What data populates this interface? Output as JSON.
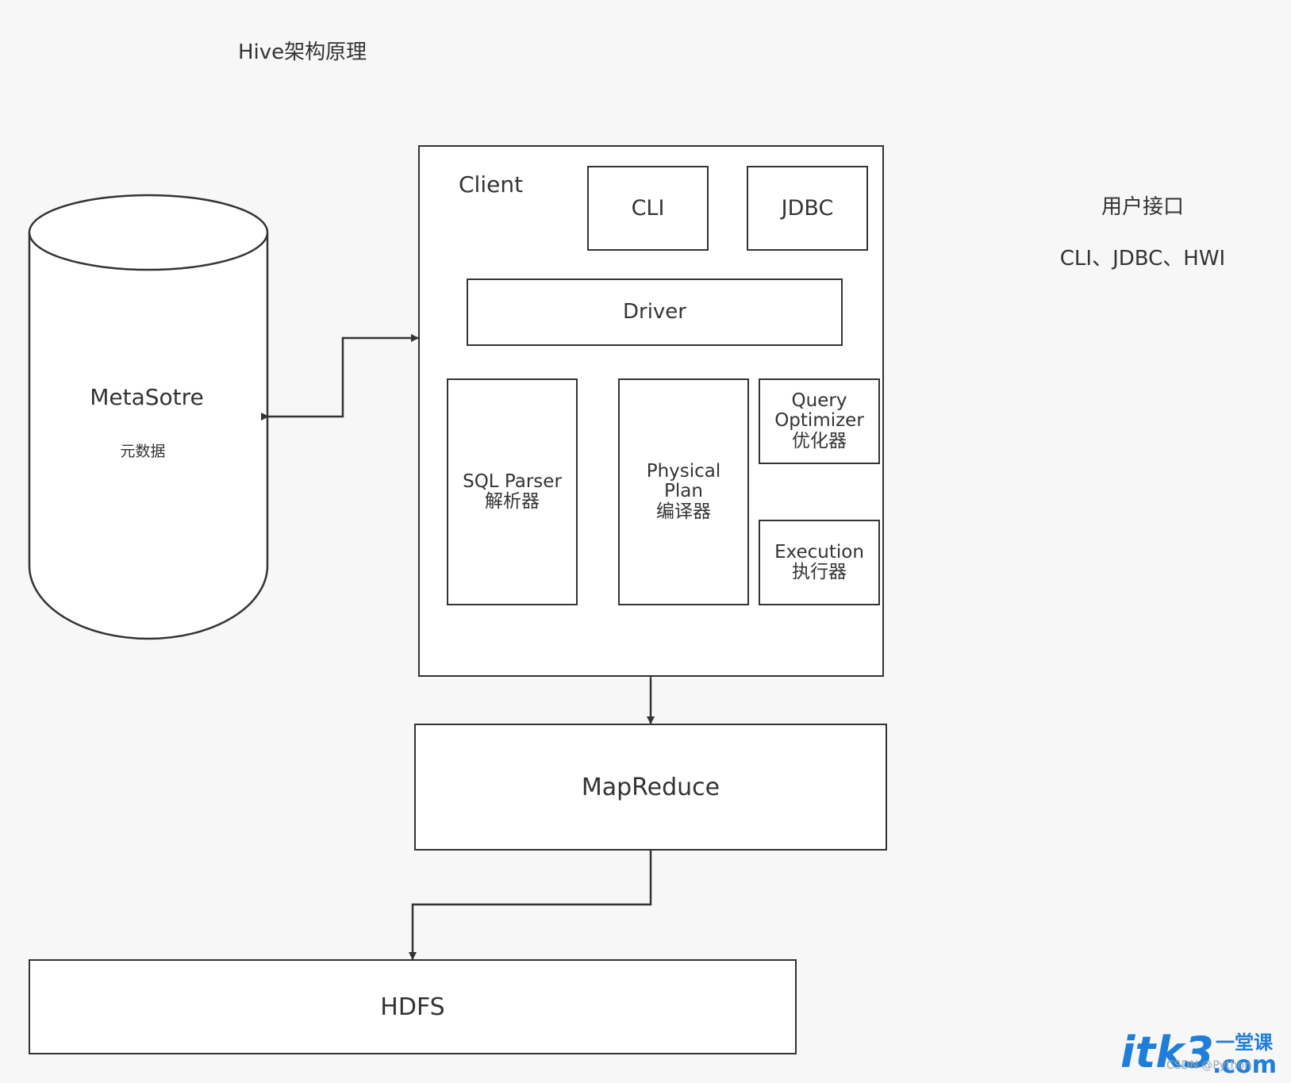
{
  "title": "Hive架构原理",
  "user_interface": {
    "heading": "用户接口",
    "items": "CLI、JDBC、HWI"
  },
  "metastore": {
    "name": "MetaSotre",
    "desc": "元数据"
  },
  "client": {
    "label": "Client",
    "cli": "CLI",
    "jdbc": "JDBC",
    "driver": "Driver",
    "sql_parser": "SQL Parser\n解析器",
    "physical_plan": "Physical\nPlan\n编译器",
    "query_optimizer": "Query\nOptimizer\n优化器",
    "execution": "Execution\n执行器"
  },
  "mapreduce": "MapReduce",
  "hdfs": "HDFS",
  "watermark": {
    "logo": "itk3",
    "cn": "一堂课",
    "domain": ".com",
    "small": "CSDN @Python"
  }
}
